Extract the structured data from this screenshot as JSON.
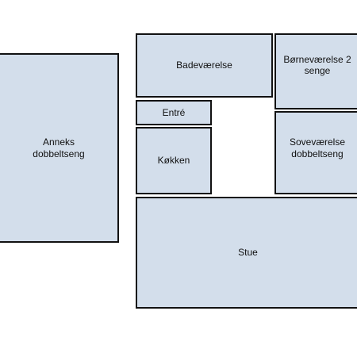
{
  "floorplan": {
    "rooms": {
      "annex": {
        "label": "Anneks\ndobbeltseng"
      },
      "bathroom": {
        "label": "Badeværelse"
      },
      "kids_room": {
        "label": "Børneværelse 2\nsenge"
      },
      "entry": {
        "label": "Entré"
      },
      "kitchen": {
        "label": "Køkken"
      },
      "bedroom": {
        "label": "Soveværelse\ndobbeltseng"
      },
      "living_room": {
        "label": "Stue"
      }
    }
  }
}
